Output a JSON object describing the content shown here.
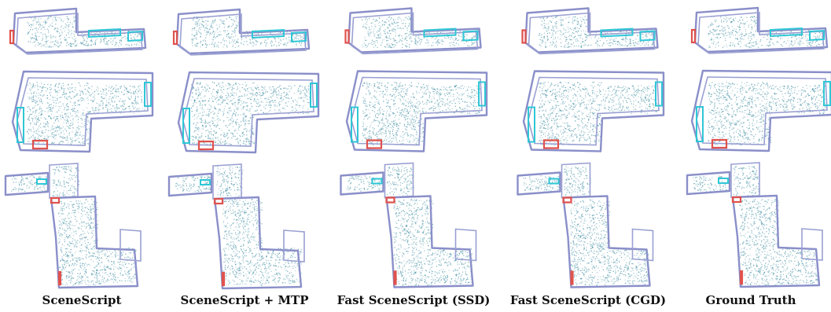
{
  "figure": {
    "columns": [
      {
        "label": "SceneScript"
      },
      {
        "label": "SceneScript + MTP"
      },
      {
        "label": "Fast SceneScript (SSD)"
      },
      {
        "label": "Fast SceneScript (CGD)"
      },
      {
        "label": "Ground Truth"
      }
    ],
    "rows": [
      {
        "scene": "scene-1"
      },
      {
        "scene": "scene-2"
      },
      {
        "scene": "scene-3"
      }
    ],
    "colors": {
      "wall_boxes": "#8a8fc9",
      "windows": "#2ec7d6",
      "doors": "#e0524d",
      "point_cloud": "#4c95a8",
      "background": "#ffffff"
    }
  }
}
